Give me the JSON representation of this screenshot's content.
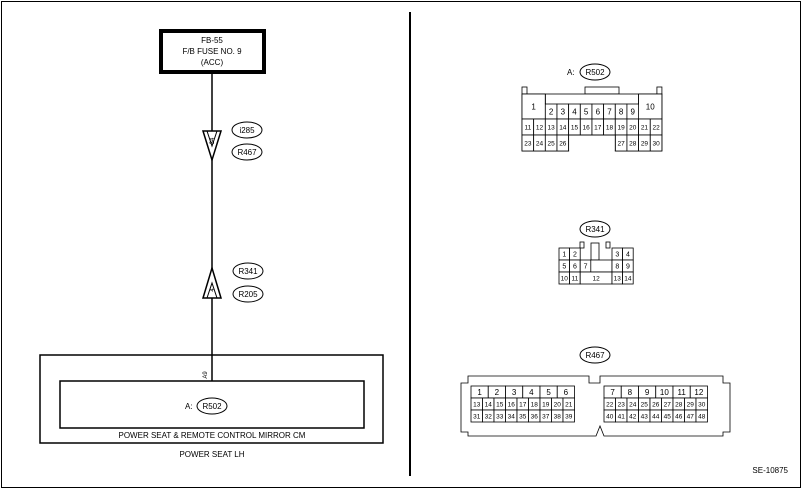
{
  "fuse": {
    "line1": "FB-55",
    "line2": "F/B FUSE NO. 9",
    "line3": "(ACC)"
  },
  "junction_top": {
    "connector_a": "i285",
    "connector_b": "R467",
    "pin": "34"
  },
  "junction_bottom": {
    "connector_a": "R341",
    "connector_b": "R205",
    "pin": "4"
  },
  "module": {
    "pin_label": "A9",
    "conn_prefix": "A:",
    "connector": "R502",
    "inner_name": "POWER SEAT & REMOTE CONTROL MIRROR CM",
    "outer_name": "POWER SEAT LH"
  },
  "connectors": {
    "c502": {
      "prefix": "A:",
      "name": "R502",
      "big_left": "1",
      "big_right": "10",
      "row1": [
        "2",
        "3",
        "4",
        "5",
        "6",
        "7",
        "8",
        "9"
      ],
      "row2": [
        "11",
        "12",
        "13",
        "14",
        "15",
        "16",
        "17",
        "18",
        "19",
        "20",
        "21",
        "22"
      ],
      "row3_left": [
        "23",
        "24",
        "25",
        "26"
      ],
      "row3_right": [
        "27",
        "28",
        "29",
        "30"
      ]
    },
    "c341": {
      "name": "R341",
      "row1_left": [
        "1",
        "2"
      ],
      "row1_right": [
        "3",
        "4"
      ],
      "row2_left": [
        "5",
        "6"
      ],
      "row2_mid": "7",
      "row2_right": [
        "8",
        "9"
      ],
      "row3_left": [
        "10",
        "11"
      ],
      "row3_mid": "12",
      "row3_right": [
        "13",
        "14"
      ]
    },
    "c467": {
      "name": "R467",
      "l_row1": [
        "1",
        "2",
        "3",
        "4",
        "5",
        "6"
      ],
      "l_row2": [
        "13",
        "14",
        "15",
        "16",
        "17",
        "18",
        "19",
        "20",
        "21"
      ],
      "l_row3": [
        "31",
        "32",
        "33",
        "34",
        "35",
        "36",
        "37",
        "38",
        "39"
      ],
      "r_row1": [
        "7",
        "8",
        "9",
        "10",
        "11",
        "12"
      ],
      "r_row2": [
        "22",
        "23",
        "24",
        "25",
        "26",
        "27",
        "28",
        "29",
        "30"
      ],
      "r_row3": [
        "40",
        "41",
        "42",
        "43",
        "44",
        "45",
        "46",
        "47",
        "48"
      ]
    }
  },
  "footer_code": "SE-10875"
}
